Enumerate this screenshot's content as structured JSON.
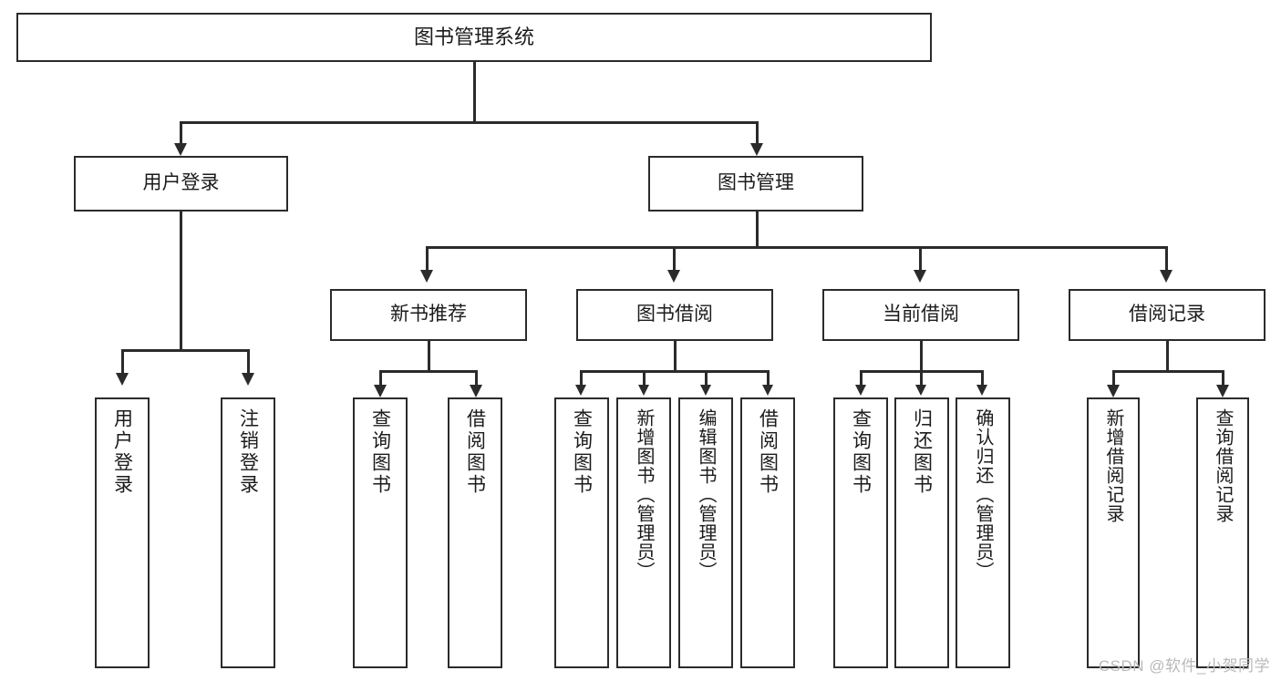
{
  "diagram": {
    "title": "图书管理系统",
    "type": "hierarchy-tree",
    "root": {
      "id": "root",
      "label": "图书管理系统"
    },
    "level2": [
      {
        "id": "user-login",
        "label": "用户登录"
      },
      {
        "id": "book-management",
        "label": "图书管理"
      }
    ],
    "level3": [
      {
        "id": "new-book-recommend",
        "label": "新书推荐",
        "parent": "book-management"
      },
      {
        "id": "book-borrow",
        "label": "图书借阅",
        "parent": "book-management"
      },
      {
        "id": "current-borrow",
        "label": "当前借阅",
        "parent": "book-management"
      },
      {
        "id": "borrow-record",
        "label": "借阅记录",
        "parent": "book-management"
      }
    ],
    "leaves": {
      "user_login": [
        {
          "id": "leaf-user-login",
          "label": "用户登录"
        },
        {
          "id": "leaf-logout-login",
          "label": "注销登录"
        }
      ],
      "new_book_recommend": [
        {
          "id": "leaf-query-book-1",
          "label": "查询图书"
        },
        {
          "id": "leaf-borrow-book-1",
          "label": "借阅图书"
        }
      ],
      "book_borrow": [
        {
          "id": "leaf-query-book-2",
          "label": "查询图书"
        },
        {
          "id": "leaf-add-book",
          "label": "新增图书（管理员）"
        },
        {
          "id": "leaf-edit-book",
          "label": "编辑图书（管理员）"
        },
        {
          "id": "leaf-borrow-book-2",
          "label": "借阅图书"
        }
      ],
      "current_borrow": [
        {
          "id": "leaf-query-book-3",
          "label": "查询图书"
        },
        {
          "id": "leaf-return-book",
          "label": "归还图书"
        },
        {
          "id": "leaf-confirm-return",
          "label": "确认归还（管理员）"
        }
      ],
      "borrow_record": [
        {
          "id": "leaf-add-borrow-record",
          "label": "新增借阅记录"
        },
        {
          "id": "leaf-query-borrow-record",
          "label": "查询借阅记录"
        }
      ]
    },
    "colors": {
      "stroke": "#2b2b2b",
      "fill": "#ffffff",
      "text": "#1b1b1b",
      "watermark": "#b9b9b9"
    }
  },
  "watermark": {
    "text": "CSDN @软件_小贺同学"
  }
}
